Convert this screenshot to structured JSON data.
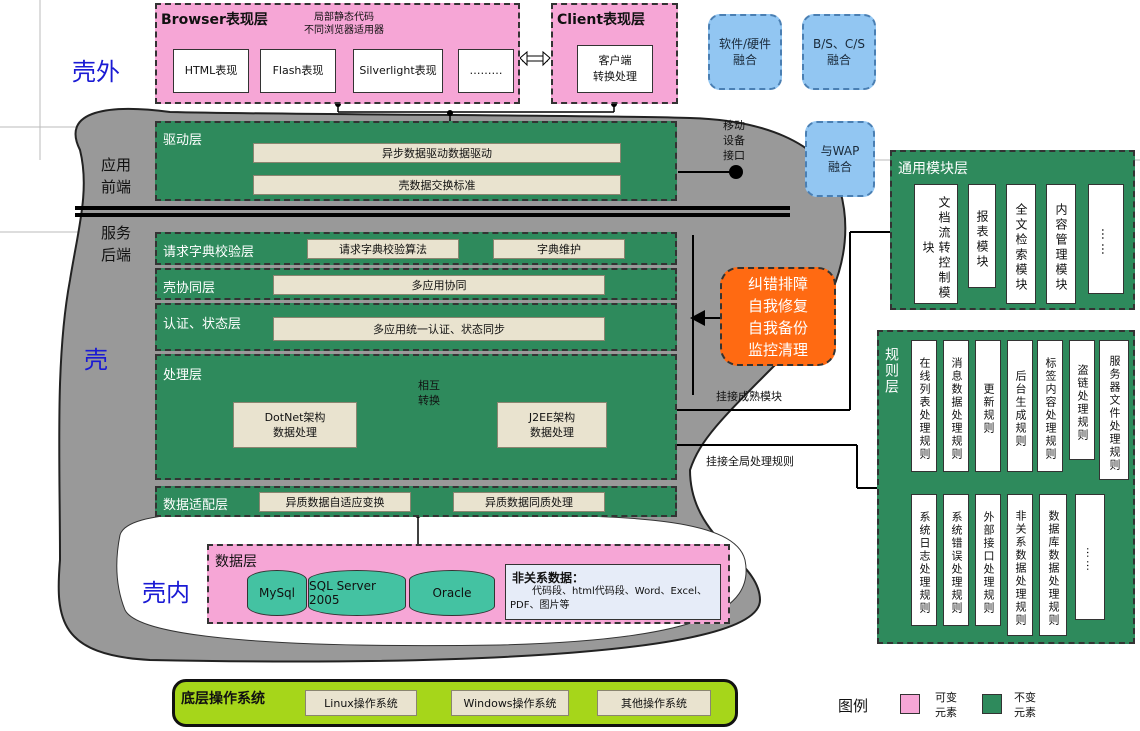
{
  "browser_layer": {
    "title": "Browser表现层",
    "note": "局部静态代码\n不同浏览器适用器",
    "items": [
      "HTML表现",
      "Flash表现",
      "Silverlight表现",
      "………"
    ]
  },
  "client_layer": {
    "title": "Client表现层",
    "item": "客户端\n转换处理"
  },
  "badges": [
    "软件/硬件\n融合",
    "B/S、C/S\n融合",
    "与WAP\n融合"
  ],
  "shell_labels": {
    "outer": "壳外",
    "shell": "壳",
    "inner": "壳内",
    "front": "应用\n前端",
    "back": "服务\n后端"
  },
  "driver_layer": {
    "title": "驱动层",
    "items": [
      "异步数据驱动数据驱动",
      "壳数据交换标准"
    ],
    "mobile": "移动\n设备\n接口"
  },
  "request_layer": {
    "title": "请求字典校验层",
    "items": [
      "请求字典校验算法",
      "字典维护"
    ]
  },
  "collab_layer": {
    "title": "壳协同层",
    "item": "多应用协同"
  },
  "auth_layer": {
    "title": "认证、状态层",
    "item": "多应用统一认证、状态同步"
  },
  "process_layer": {
    "title": "处理层",
    "mutual": "相互\n转换",
    "left": "DotNet架构\n数据处理",
    "right": "J2EE架构\n数据处理",
    "mount_mature": "挂接成熟模块",
    "mount_global": "挂接全局处理规则"
  },
  "repair_box": "纠错排障\n自我修复\n自我备份\n监控清理",
  "adapter_layer": {
    "title": "数据适配层",
    "items": [
      "异质数据自适应变换",
      "异质数据同质处理"
    ]
  },
  "data_layer": {
    "title": "数据层",
    "dbs": [
      "MySql",
      "SQL Server 2005",
      "Oracle"
    ],
    "nonrel_title": "非关系数据：",
    "nonrel_text": "代码段、html代码段、Word、Excel、\nPDF、图片等"
  },
  "common_modules": {
    "title": "通用模块层",
    "items": [
      "文档流转控制模块",
      "报表模块",
      "全文检索模块",
      "内容管理模块",
      "……"
    ]
  },
  "rules_layer": {
    "title": "规则层",
    "row1": [
      "在线列表处理规则",
      "消息数据处理规则",
      "更新规则",
      "后台生成规则",
      "标签内容处理规则",
      "盗链处理规则",
      "服务器文件处理规则"
    ],
    "row2": [
      "系统日志处理规则",
      "系统错误处理规则",
      "外部接口处理规则",
      "非关系数据处理规则",
      "数据库数据处理规则",
      "……"
    ]
  },
  "os_layer": {
    "title": "底层操作系统",
    "items": [
      "Linux操作系统",
      "Windows操作系统",
      "其他操作系统"
    ]
  },
  "legend": {
    "title": "图例",
    "mutable": "可变\n元素",
    "immutable": "不变\n元素",
    "mutable_color": "#f6a6d6",
    "immutable_color": "#2e8a5c"
  }
}
